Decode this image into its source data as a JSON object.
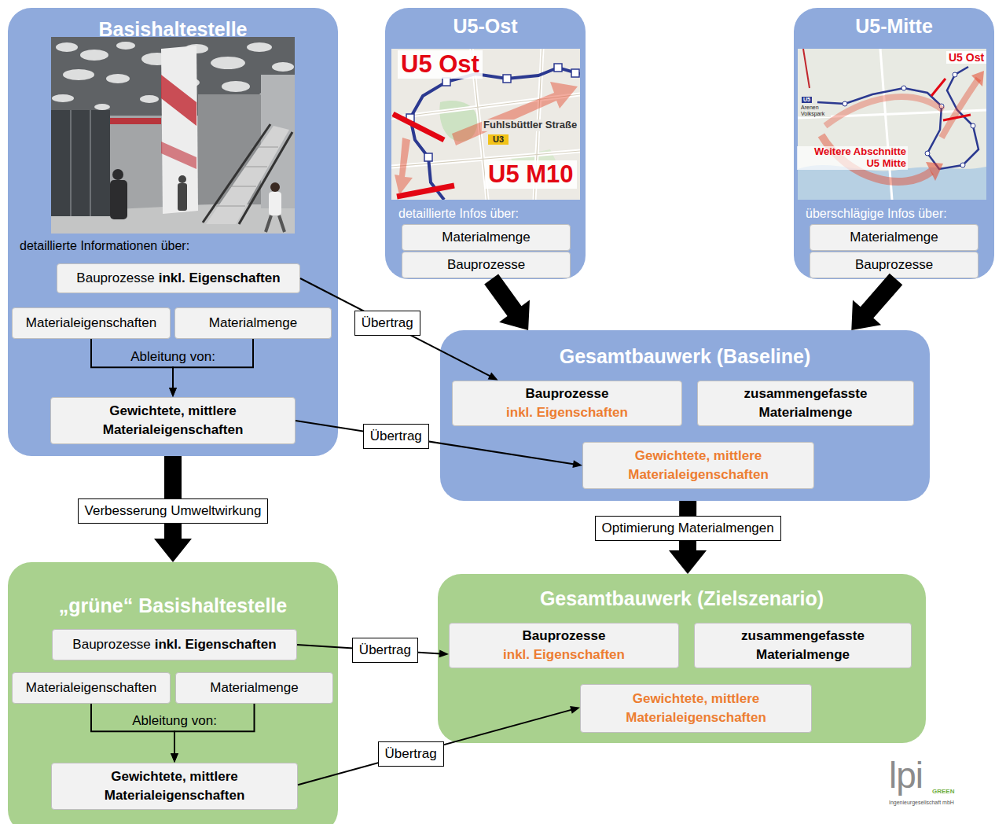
{
  "diagram": {
    "nodes": [
      {
        "text": [
          "Basishaltestelle",
          "detaillierte Informationen über:"
        ]
      },
      {
        "text": [
          "Bauprozesse",
          "inkl. Eigenschaften"
        ],
        "in": 0
      },
      {
        "text": [
          "Materialeigenschaften"
        ],
        "in": 0
      },
      {
        "text": [
          "Materialmenge"
        ],
        "in": 0
      },
      {
        "text": [
          "Gewichtete, mittlere Materialeigenschaften"
        ],
        "in": 0
      },
      {
        "text": [
          "U5-Ost",
          "detaillierte Infos über:"
        ]
      },
      {
        "text": [
          "Materialmenge"
        ],
        "in": 5
      },
      {
        "text": [
          "Bauprozesse"
        ],
        "in": 5
      },
      {
        "text": [
          "U5-Mitte",
          "überschlägige Infos über:"
        ]
      },
      {
        "text": [
          "Materialmenge"
        ],
        "in": 8
      },
      {
        "text": [
          "Bauprozesse"
        ],
        "in": 8
      },
      {
        "text": [
          "Gesamtbauwerk (Baseline)"
        ]
      },
      {
        "text": [
          "Bauprozesse",
          "inkl. Eigenschaften"
        ],
        "in": 11
      },
      {
        "text": [
          "zusammengefasste Materialmenge"
        ],
        "in": 11
      },
      {
        "text": [
          "Gewichtete, mittlere Materialeigenschaften"
        ],
        "in": 11
      },
      {
        "text": [
          "„grüne“ Basishaltestelle"
        ]
      },
      {
        "text": [
          "Bauprozesse",
          "inkl. Eigenschaften"
        ],
        "in": 15
      },
      {
        "text": [
          "Materialeigenschaften"
        ],
        "in": 15
      },
      {
        "text": [
          "Materialmenge"
        ],
        "in": 15
      },
      {
        "text": [
          "Gewichtete, mittlere Materialeigenschaften"
        ],
        "in": 15
      },
      {
        "text": [
          "Gesamtbauwerk (Zielszenario)"
        ]
      },
      {
        "text": [
          "Bauprozesse",
          "inkl. Eigenschaften"
        ],
        "in": 20
      },
      {
        "text": [
          "zusammengefasste Materialmenge"
        ],
        "in": 20
      },
      {
        "text": [
          "Gewichtete, mittlere Materialeigenschaften"
        ],
        "in": 20
      }
    ],
    "edges": [
      {
        "from": 2,
        "to": 4,
        "arrow": "to",
        "label": "Ableitung von:"
      },
      {
        "from": 3,
        "to": 4,
        "arrow": "to"
      },
      {
        "from": 1,
        "to": 12,
        "arrow": "to",
        "label": "Übertrag"
      },
      {
        "from": 4,
        "to": 14,
        "arrow": "to",
        "label": "Übertrag"
      },
      {
        "from": 5,
        "to": 11,
        "arrow": "to"
      },
      {
        "from": 8,
        "to": 11,
        "arrow": "to"
      },
      {
        "from": 0,
        "to": 15,
        "arrow": "to",
        "label": "Verbesserung Umweltwirkung"
      },
      {
        "from": 11,
        "to": 20,
        "arrow": "to",
        "label": "Optimierung Materialmengen"
      },
      {
        "from": 17,
        "to": 19,
        "arrow": "to",
        "label": "Ableitung von:"
      },
      {
        "from": 18,
        "to": 19,
        "arrow": "to"
      },
      {
        "from": 16,
        "to": 21,
        "arrow": "to",
        "label": "Übertrag"
      },
      {
        "from": 19,
        "to": 23,
        "arrow": "to",
        "label": "Übertrag"
      }
    ],
    "labels": [
      "U5 Ost",
      "Fuhlsbüttler Straße",
      "U3",
      "U5 M10",
      "U5 Ost",
      "Weitere Abschnitte U5 Mitte",
      "U5",
      "Arenen Volkspark",
      "lpi",
      "GREEN",
      "Ingenieurgesellschaft mbH"
    ]
  }
}
